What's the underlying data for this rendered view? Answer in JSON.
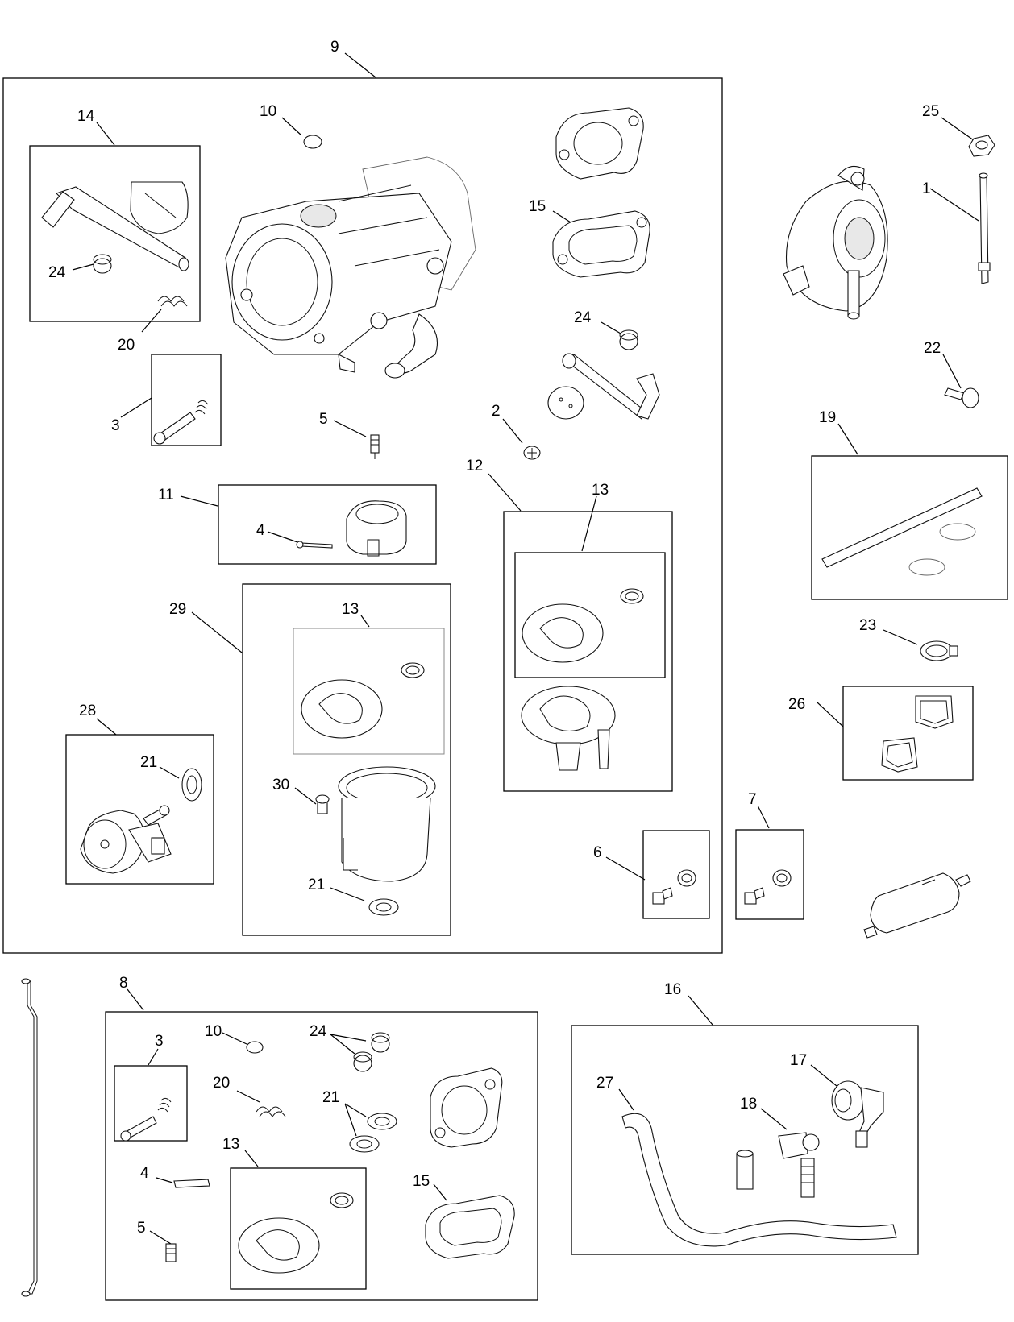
{
  "callouts": {
    "c9": "9",
    "c14": "14",
    "c10a": "10",
    "c15a": "15",
    "c25": "25",
    "c1": "1",
    "c24a": "24",
    "c20a": "20",
    "c24b": "24",
    "c22": "22",
    "c3a": "3",
    "c5a": "5",
    "c2": "2",
    "c19": "19",
    "c12": "12",
    "c13a": "13",
    "c11": "11",
    "c4a": "4",
    "c29": "29",
    "c13b": "13",
    "c23": "23",
    "c26": "26",
    "c28": "28",
    "c21a": "21",
    "c30": "30",
    "c7": "7",
    "c6": "6",
    "c21b": "21",
    "c8": "8",
    "c16": "16",
    "c3b": "3",
    "c10b": "10",
    "c24c": "24",
    "c17": "17",
    "c20b": "20",
    "c21c": "21",
    "c27": "27",
    "c18": "18",
    "c4b": "4",
    "c13c": "13",
    "c15b": "15",
    "c5b": "5"
  }
}
